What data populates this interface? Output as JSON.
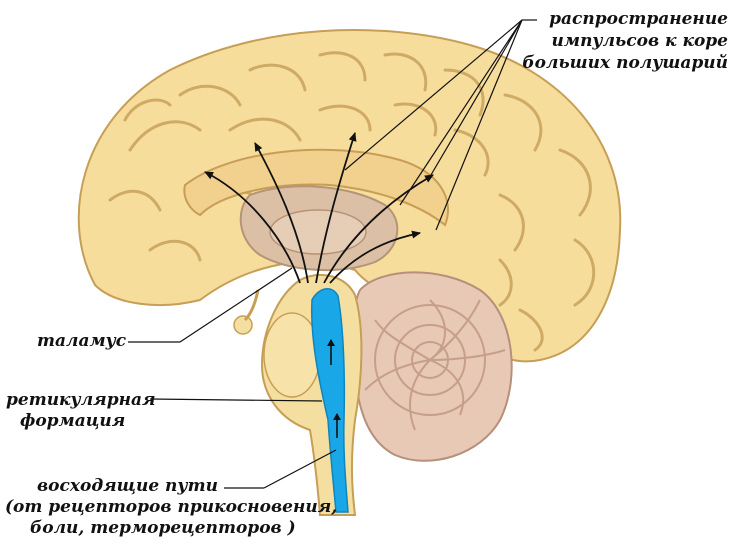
{
  "labels": {
    "cortex_line1": "распространение",
    "cortex_line2": "импульсов к коре",
    "cortex_line3": "больших полушарий",
    "thalamus": "таламус",
    "reticular_line1": "ретикулярная",
    "reticular_line2": "формация",
    "pathways_line1": "восходящие пути",
    "pathways_line2": "(от рецепторов прикосновения,",
    "pathways_line3": "боли, терморецепторов )"
  },
  "colors": {
    "cortex": "#f7dd9c",
    "cortex_shadow": "#d9b56a",
    "thalamus": "#dcc0a6",
    "brainstem": "#f5dfa0",
    "reticular": "#1aa7e8",
    "cerebellum": "#e8c9b6",
    "leader_line": "#111111"
  }
}
